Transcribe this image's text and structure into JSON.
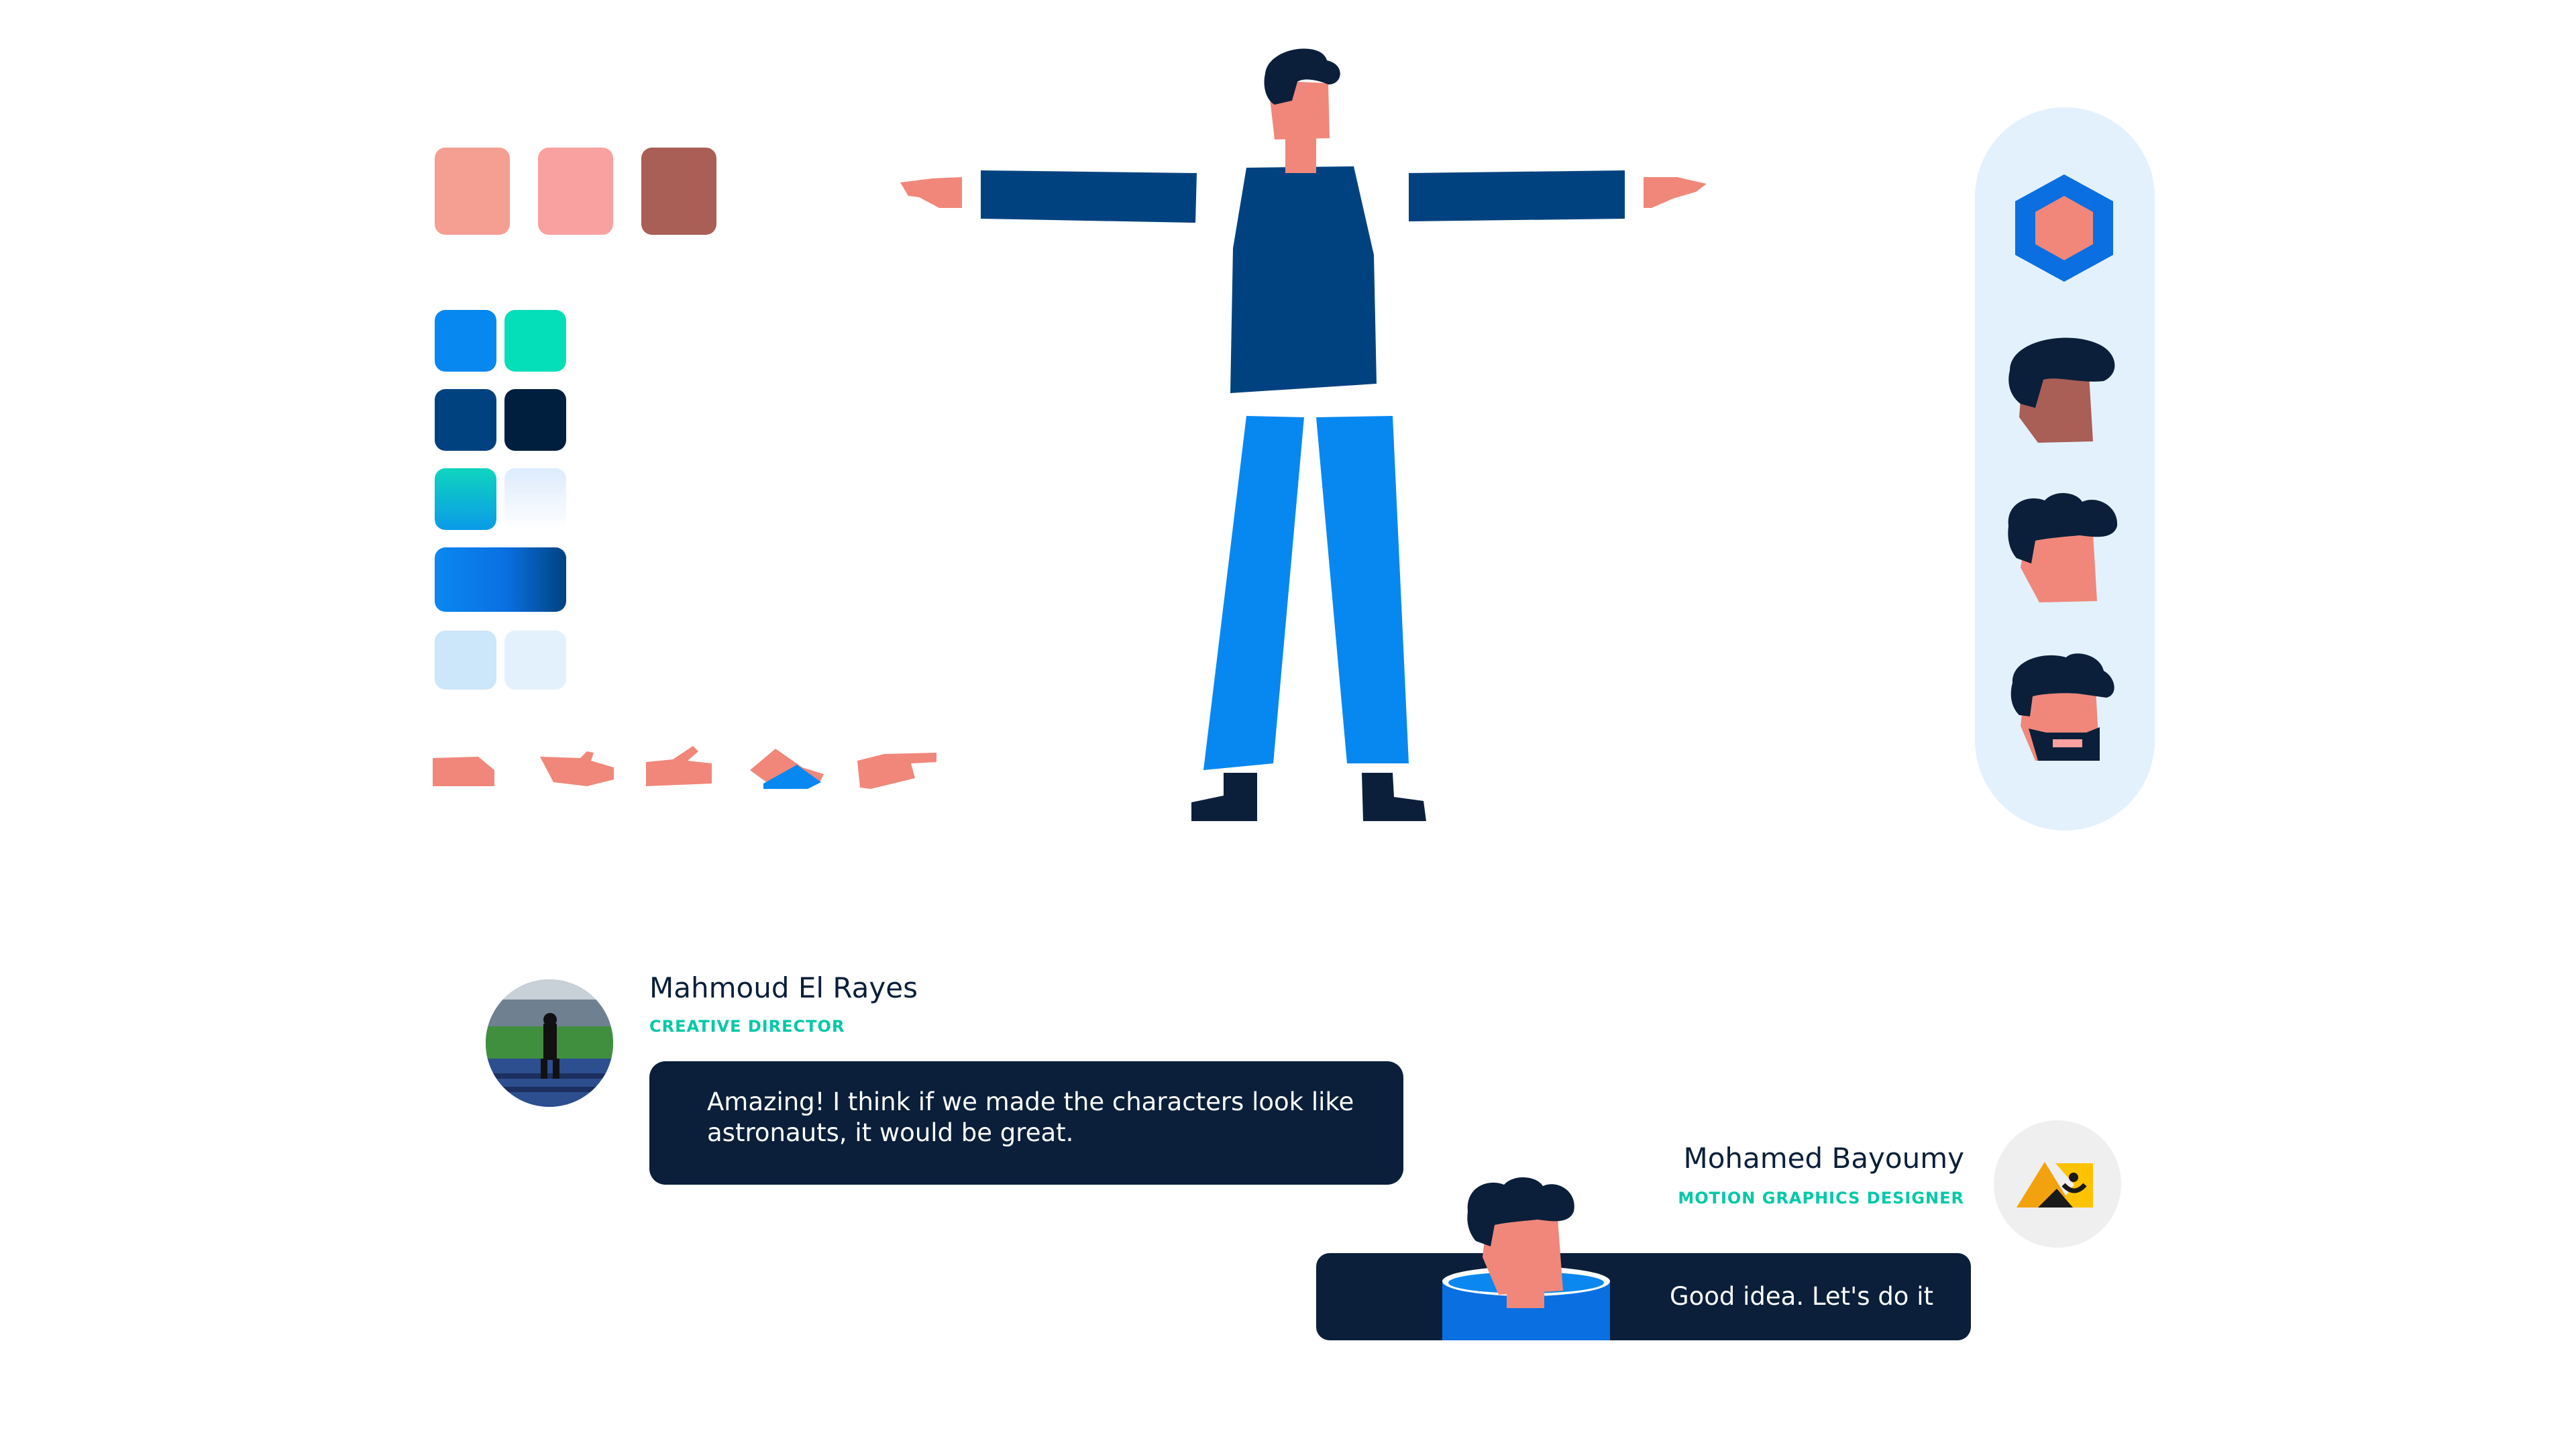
{
  "palette": {
    "skin_tones": [
      "#F59E92",
      "#F8A1A0",
      "#A95E56"
    ],
    "ui_colors": [
      "#0788F1",
      "#04DFB9",
      "#00427F",
      "#001F3F",
      "#0FD5BE",
      "#E7F3FF",
      "#0A6FE0",
      "#CCE6FA",
      "#E3F1FD"
    ]
  },
  "character": {
    "skin": "#F0877A",
    "hair": "#0B1F3A",
    "shirt": "#00427F",
    "pants": "#0788F1",
    "shoes": "#0B1F3A"
  },
  "head_picker": {
    "panel_color": "#E3F1FD",
    "items": [
      "hexagon-icon",
      "head-variant-dark-skin",
      "head-variant-curly-hair",
      "head-variant-beard"
    ]
  },
  "comments": [
    {
      "author": "Mahmoud El Rayes",
      "role": "CREATIVE DIRECTOR",
      "message": "Amazing! I think if we made the characters look like astronauts, it would be great."
    },
    {
      "author": "Mohamed Bayoumy",
      "role": "MOTION GRAPHICS DESIGNER",
      "message": "Good idea. Let's do it"
    }
  ]
}
